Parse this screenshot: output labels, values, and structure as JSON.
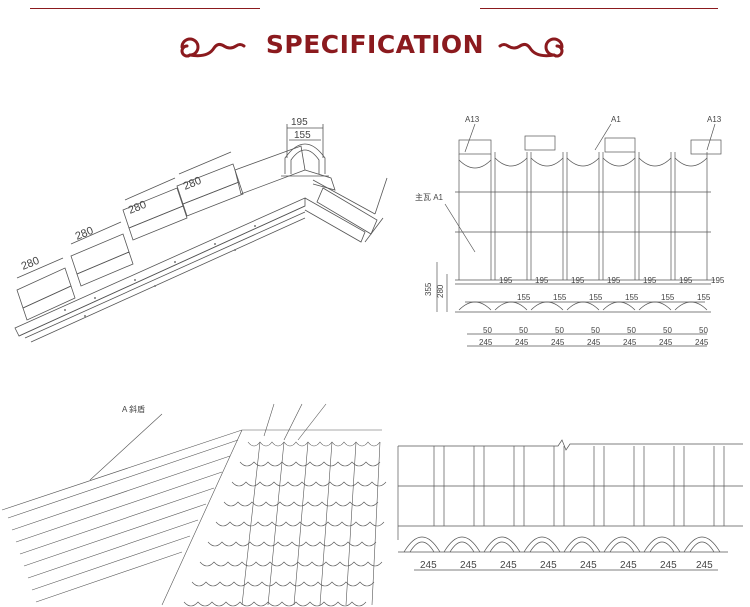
{
  "header": {
    "title": "SPECIFICATION",
    "accent_color": "#8b1a1e",
    "ornament_left": "cloud-scroll-ornament",
    "ornament_right": "cloud-scroll-ornament"
  },
  "panel_ridge_section": {
    "top_dim_outer": "195",
    "top_dim_inner": "155",
    "tile_spacing_labels": [
      "280",
      "280",
      "280",
      "280"
    ]
  },
  "panel_front_elevation": {
    "label_left_top": "A13",
    "label_center": "A1",
    "label_right_top": "A13",
    "label_main": "主瓦 A1",
    "side_dim_outer": "355",
    "side_dim_inner": "280",
    "dims_195": [
      "195",
      "195",
      "195",
      "195",
      "195",
      "195",
      "195"
    ],
    "dims_155": [
      "155",
      "155",
      "155",
      "155",
      "155",
      "155"
    ],
    "dims_50": [
      "50",
      "50",
      "50",
      "50",
      "50",
      "50",
      "50"
    ],
    "dims_245": [
      "245",
      "245",
      "245",
      "245",
      "245",
      "245",
      "245"
    ]
  },
  "panel_roof_perspective": {
    "label_hip": "A 斜盾"
  },
  "panel_eave_elevation": {
    "dims_245": [
      "245",
      "245",
      "245",
      "245",
      "245",
      "245",
      "245",
      "245"
    ]
  }
}
